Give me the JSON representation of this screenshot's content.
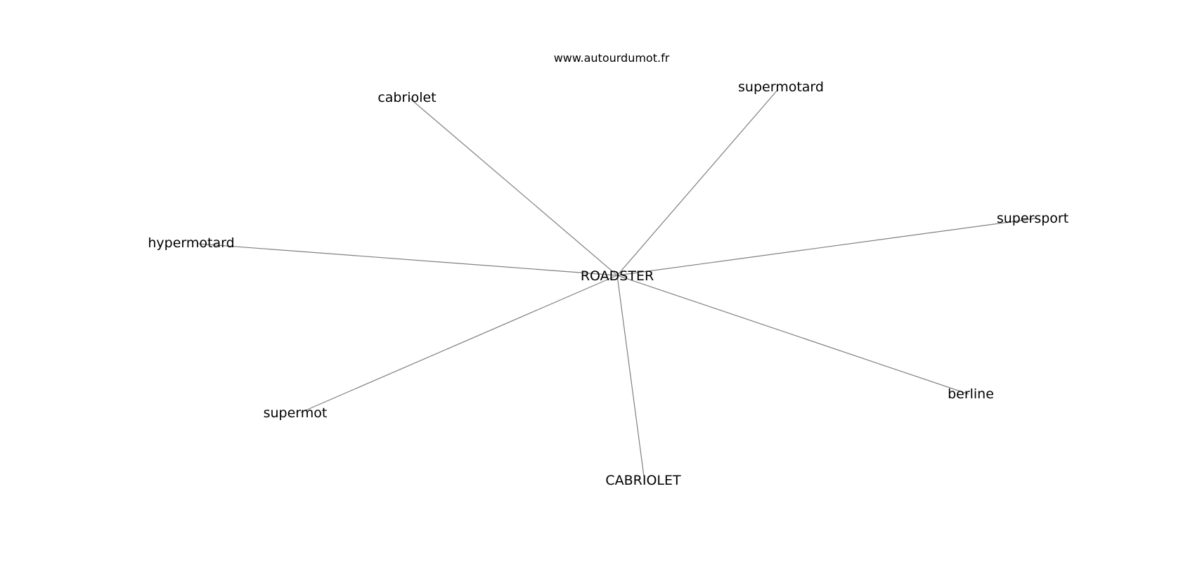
{
  "watermark": "www.autourdumot.fr",
  "center": {
    "id": "roadster",
    "label": "ROADSTER"
  },
  "nodes": [
    {
      "id": "cabriolet",
      "label": "cabriolet"
    },
    {
      "id": "supermotard",
      "label": "supermotard"
    },
    {
      "id": "supersport",
      "label": "supersport"
    },
    {
      "id": "hypermotard",
      "label": "hypermotard"
    },
    {
      "id": "berline",
      "label": "berline"
    },
    {
      "id": "supermot",
      "label": "supermot"
    },
    {
      "id": "cabriolet-upper",
      "label": "CABRIOLET"
    }
  ],
  "edges": [
    [
      "roadster",
      "cabriolet"
    ],
    [
      "roadster",
      "supermotard"
    ],
    [
      "roadster",
      "supersport"
    ],
    [
      "roadster",
      "hypermotard"
    ],
    [
      "roadster",
      "berline"
    ],
    [
      "roadster",
      "supermot"
    ],
    [
      "roadster",
      "cabriolet-upper"
    ]
  ],
  "colors": {
    "edge": "#808080",
    "text": "#000000",
    "background": "#ffffff"
  }
}
